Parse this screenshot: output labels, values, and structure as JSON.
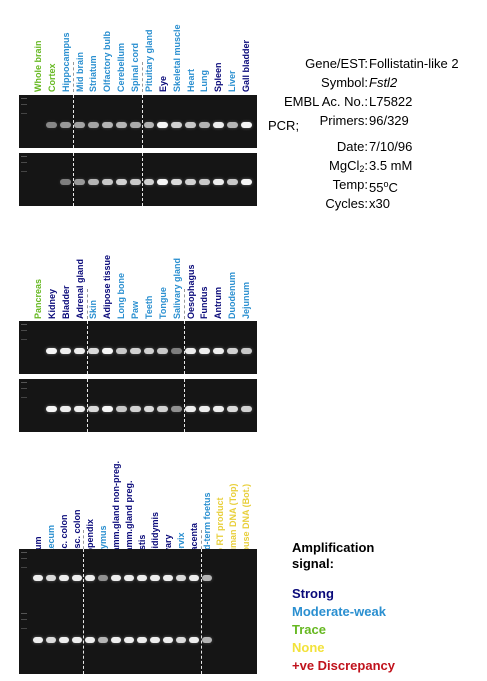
{
  "info": {
    "gene_label": "Gene/EST:",
    "gene_value": "Follistatin-like 2",
    "symbol_label": "Symbol:",
    "symbol_value": "Fstl2",
    "embl_label": "EMBL Ac. No.:",
    "embl_value": "L75822",
    "primers_label": "Primers:",
    "primers_value": "96/329",
    "pcr_label": "PCR;",
    "date_label": "Date:",
    "date_value": "7/10/96",
    "mgcl_label_main": "MgCl",
    "mgcl_label_sub": "2",
    "mgcl_label_end": ":",
    "mgcl_value": "3.5 mM",
    "temp_label": "Temp:",
    "temp_value_num": "55",
    "temp_value_sup": "o",
    "temp_value_end": "C",
    "cycles_label": "Cycles:",
    "cycles_value": "x30"
  },
  "legend": {
    "title_line1": "Amplification",
    "title_line2": "signal:",
    "items": [
      {
        "label": "Strong",
        "color": "#0a0a7a"
      },
      {
        "label": "Moderate-weak",
        "color": "#2a8fd0"
      },
      {
        "label": "Trace",
        "color": "#66b821"
      },
      {
        "label": "None",
        "color": "#f2e23a"
      },
      {
        "label": "+ve Discrepancy",
        "color": "#c0121c"
      }
    ]
  },
  "colors": {
    "strong": "#0a0a7a",
    "moderate": "#2a8fd0",
    "trace": "#66b821",
    "none": "#e8cf3a"
  },
  "panels": [
    {
      "lanes": [
        {
          "label": "Whole brain",
          "signal": "trace",
          "b1": 0.0,
          "b2": 0.0
        },
        {
          "label": "Cortex",
          "signal": "trace",
          "b1": 0.35,
          "b2": 0.0
        },
        {
          "label": "Hippocampus",
          "signal": "moderate",
          "b1": 0.45,
          "b2": 0.3
        },
        {
          "label": "Mid brain",
          "signal": "moderate",
          "b1": 0.5,
          "b2": 0.45
        },
        {
          "label": "Striatum",
          "signal": "moderate",
          "b1": 0.5,
          "b2": 0.6
        },
        {
          "label": "Olfactory bulb",
          "signal": "moderate",
          "b1": 0.6,
          "b2": 0.7
        },
        {
          "label": "Cerebellum",
          "signal": "moderate",
          "b1": 0.6,
          "b2": 0.75
        },
        {
          "label": "Spinal cord",
          "signal": "moderate",
          "b1": 0.55,
          "b2": 0.7
        },
        {
          "label": "Pituitary gland",
          "signal": "moderate",
          "b1": 0.6,
          "b2": 0.75
        },
        {
          "label": "Eye",
          "signal": "strong",
          "b1": 0.95,
          "b2": 0.95
        },
        {
          "label": "Skeletal muscle",
          "signal": "moderate",
          "b1": 0.75,
          "b2": 0.8
        },
        {
          "label": "Heart",
          "signal": "moderate",
          "b1": 0.7,
          "b2": 0.75
        },
        {
          "label": "Lung",
          "signal": "moderate",
          "b1": 0.6,
          "b2": 0.7
        },
        {
          "label": "Spleen",
          "signal": "strong",
          "b1": 0.9,
          "b2": 0.9
        },
        {
          "label": "Liver",
          "signal": "moderate",
          "b1": 0.6,
          "b2": 0.7
        },
        {
          "label": "Gall bladder",
          "signal": "strong",
          "b1": 0.95,
          "b2": 0.95
        }
      ],
      "dividers": [
        3,
        8
      ]
    },
    {
      "lanes": [
        {
          "label": "Pancreas",
          "signal": "trace",
          "b1": 0.0,
          "b2": 0.0
        },
        {
          "label": "Kidney",
          "signal": "strong",
          "b1": 0.95,
          "b2": 0.95
        },
        {
          "label": "Bladder",
          "signal": "strong",
          "b1": 0.9,
          "b2": 0.9
        },
        {
          "label": "Adrenal gland",
          "signal": "strong",
          "b1": 0.9,
          "b2": 0.9
        },
        {
          "label": "Skin",
          "signal": "moderate",
          "b1": 0.8,
          "b2": 0.8
        },
        {
          "label": "Adipose tissue",
          "signal": "strong",
          "b1": 0.95,
          "b2": 0.95
        },
        {
          "label": "Long bone",
          "signal": "moderate",
          "b1": 0.7,
          "b2": 0.7
        },
        {
          "label": "Paw",
          "signal": "moderate",
          "b1": 0.75,
          "b2": 0.75
        },
        {
          "label": "Teeth",
          "signal": "moderate",
          "b1": 0.75,
          "b2": 0.8
        },
        {
          "label": "Tongue",
          "signal": "moderate",
          "b1": 0.7,
          "b2": 0.75
        },
        {
          "label": "Salivary gland",
          "signal": "moderate",
          "b1": 0.3,
          "b2": 0.4
        },
        {
          "label": "Oesophagus",
          "signal": "strong",
          "b1": 0.9,
          "b2": 0.9
        },
        {
          "label": "Fundus",
          "signal": "strong",
          "b1": 0.9,
          "b2": 0.9
        },
        {
          "label": "Antrum",
          "signal": "strong",
          "b1": 0.9,
          "b2": 0.9
        },
        {
          "label": "Duodenum",
          "signal": "moderate",
          "b1": 0.75,
          "b2": 0.8
        },
        {
          "label": "Jejunum",
          "signal": "moderate",
          "b1": 0.7,
          "b2": 0.75
        }
      ],
      "dividers": [
        4,
        11
      ]
    },
    {
      "lanes": [
        {
          "label": "Ileum",
          "signal": "strong",
          "b1": 0.9,
          "b2": 0.9
        },
        {
          "label": "Caecum",
          "signal": "moderate",
          "b1": 0.8,
          "b2": 0.8
        },
        {
          "label": "Asc. colon",
          "signal": "strong",
          "b1": 0.9,
          "b2": 0.9
        },
        {
          "label": "Desc. colon",
          "signal": "strong",
          "b1": 0.9,
          "b2": 0.9
        },
        {
          "label": "Appendix",
          "signal": "strong",
          "b1": 0.9,
          "b2": 0.9
        },
        {
          "label": "Thymus",
          "signal": "moderate",
          "b1": 0.4,
          "b2": 0.6
        },
        {
          "label": "Mamm.gland non-preg.",
          "signal": "strong",
          "b1": 0.9,
          "b2": 0.9
        },
        {
          "label": "Mamm.gland preg.",
          "signal": "strong",
          "b1": 0.9,
          "b2": 0.9
        },
        {
          "label": "Testis",
          "signal": "strong",
          "b1": 0.9,
          "b2": 0.9
        },
        {
          "label": "Epididymis",
          "signal": "strong",
          "b1": 0.9,
          "b2": 0.9
        },
        {
          "label": "Ovary",
          "signal": "strong",
          "b1": 0.9,
          "b2": 0.9
        },
        {
          "label": "Cervix",
          "signal": "moderate",
          "b1": 0.8,
          "b2": 0.8
        },
        {
          "label": "Placenta",
          "signal": "strong",
          "b1": 0.9,
          "b2": 0.9
        },
        {
          "label": "Mid-term foetus",
          "signal": "moderate",
          "b1": 0.6,
          "b2": 0.6
        },
        {
          "label": "No RT product",
          "signal": "none",
          "b1": 0.0,
          "b2": 0.0
        },
        {
          "label": "Human DNA (Top)",
          "signal": "none",
          "b1": 0.0,
          "b2": 0.0
        },
        {
          "label": "Mouse DNA (Bot.)",
          "signal": "none",
          "b1": 0.0,
          "b2": 0.0
        }
      ],
      "dividers": [
        4,
        13
      ]
    }
  ]
}
